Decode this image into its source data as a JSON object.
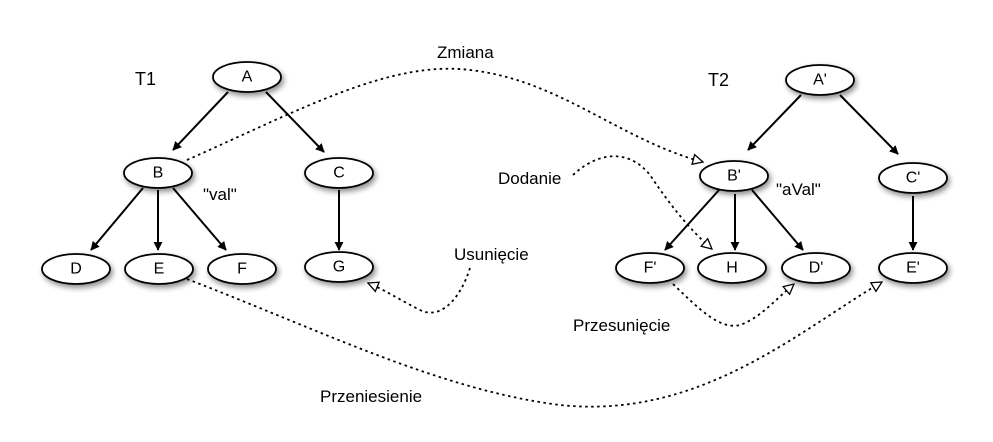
{
  "tree1": {
    "title": "T1",
    "nodes": {
      "A": "A",
      "B": "B",
      "C": "C",
      "D": "D",
      "E": "E",
      "F": "F",
      "G": "G"
    },
    "value_label": "\"val\""
  },
  "tree2": {
    "title": "T2",
    "nodes": {
      "A": "A'",
      "B": "B'",
      "C": "C'",
      "D": "D'",
      "E": "E'",
      "F": "F'",
      "H": "H"
    },
    "value_label": "\"aVal\""
  },
  "operations": {
    "change": "Zmiana",
    "insert": "Dodanie",
    "delete": "Usunięcie",
    "move_within": "Przesunięcie",
    "move_across": "Przeniesienie"
  }
}
